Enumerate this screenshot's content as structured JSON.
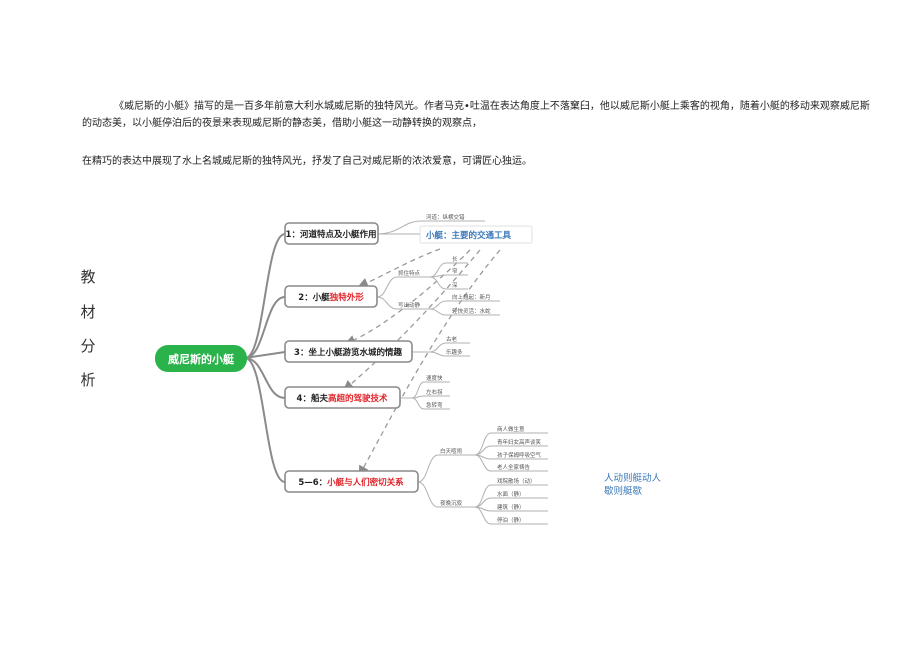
{
  "paragraphs": [
    "《威尼斯的小艇》描写的是一百多年前意大利水城威尼斯的独特风光。作者马克•吐温在表达角度上不落窠臼，他以威尼斯小艇上乘客的视角，随着小艇的移动来观察威尼斯的动态美，以小艇停泊后的夜景来表现威尼斯的静态美，借助小艇这一动静转换的观察点，",
    "在精巧的表达中展现了水上名城威尼斯的独特风光，抒发了自己对威尼斯的浓浓爱意，可谓匠心独运。"
  ],
  "side_label": [
    "教",
    "材",
    "分",
    "析"
  ],
  "mindmap": {
    "root": "威尼斯的小艇",
    "branches": [
      {
        "prefix": "1：河道特点及小艇作用",
        "highlight": "",
        "suffix": ""
      },
      {
        "prefix": "2：小艇",
        "highlight": "独特外形",
        "suffix": ""
      },
      {
        "prefix": "3：坐上小艇游览水城的情趣",
        "highlight": "",
        "suffix": ""
      },
      {
        "prefix": "4：船夫",
        "highlight": "高超的驾驶技术",
        "suffix": ""
      },
      {
        "prefix": "5—6：",
        "highlight": "小艇与人们密切关系",
        "suffix": ""
      }
    ],
    "river_label": "河道：纵横交错",
    "boat_role": "小艇：主要的交通工具",
    "b2_groups": [
      "抓住特点",
      "写出动静"
    ],
    "b2_leaves": [
      "长",
      "窄",
      "深",
      "向上翘起：新月",
      "轻快灵活：水蛇"
    ],
    "b3_leaves": [
      "古老",
      "乐趣多"
    ],
    "b4_leaves": [
      "速度快",
      "左右拐",
      "急转弯"
    ],
    "b5_groups": [
      "白天喧闹",
      "夜晚沉寂"
    ],
    "b5_day": [
      "商人做生意",
      "青年妇女高声谈笑",
      "孩子保姆呼吸空气",
      "老人全家祷告"
    ],
    "b5_night": [
      "戏院散场（动）",
      "水面（静）",
      "建筑（静）",
      "停泊（静）"
    ]
  },
  "note": [
    "人动则艇动人",
    "歇则艇歇"
  ],
  "colors": {
    "accent_green": "#2bb34b",
    "highlight_red": "#e0262c",
    "blue_label": "#3a78b8",
    "line_gray": "#8a8a8a"
  }
}
